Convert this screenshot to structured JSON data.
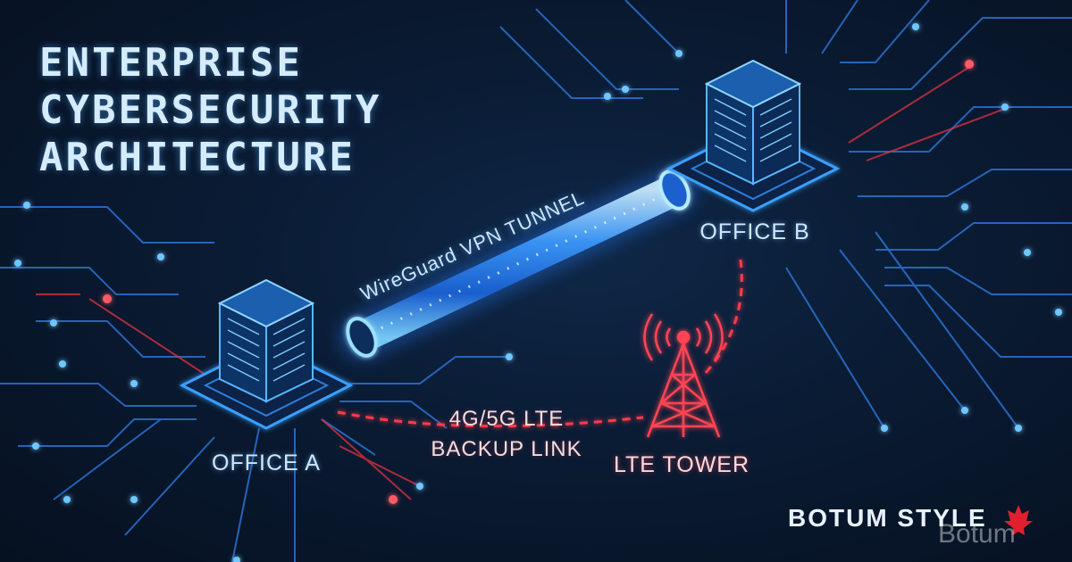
{
  "diagram": {
    "title_lines": [
      "ENTERPRISE",
      "CYBERSECURITY",
      "ARCHITECTURE"
    ],
    "nodes": {
      "office_a": "OFFICE A",
      "office_b": "OFFICE B",
      "lte_tower": "LTE TOWER"
    },
    "links": {
      "vpn_tunnel": "WireGuard VPN TUNNEL",
      "backup_line1": "4G/5G LTE",
      "backup_line2": "BACKUP LINK"
    },
    "brand": "BOTUM STYLE",
    "watermark": "Botum"
  },
  "colors": {
    "circuit_blue": "#2f8cff",
    "glow_blue": "#6fd0ff",
    "alert_red": "#ff3b4a",
    "background": "#0a1b33"
  }
}
